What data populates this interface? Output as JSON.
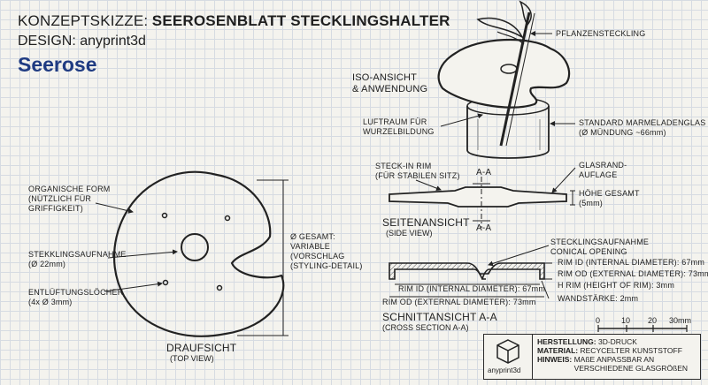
{
  "header": {
    "title_prefix": "KONZEPTSKIZZE:",
    "title_main": "SEEROSENBLATT STECKLINGSHALTER",
    "design": "DESIGN: anyprint3d",
    "brand": "Seerose"
  },
  "iso_view": {
    "title": "ISO-ANSICHT\n& ANWENDUNG",
    "label_cutting": "PFLANZENSTECKLING",
    "label_air": "LUFTRAUM FÜR\nWURZELBILDUNG",
    "label_jar": "STANDARD MARMELADENGLAS\n(Ø MÜNDUNG ~66mm)"
  },
  "top_view": {
    "title": "DRAUFSICHT",
    "subtitle": "(TOP VIEW)",
    "label_shape": "ORGANISCHE FORM\n(NÜTZLICH FÜR\nGRIFFIGKEIT)",
    "label_hole": "STEKKLINGSAUFNAHME\n(Ø 22mm)",
    "label_vents": "ENTLÜFTUNGSLÖCHER\n(4x Ø 3mm)",
    "label_diameter": "Ø GESAMT:\nVARIABLE\n(VORSCHLAG\n(STYLING-DETAIL)"
  },
  "side_view": {
    "title": "SEITENANSICHT",
    "subtitle": "(SIDE VIEW)",
    "label_rim": "STECK-IN RIM\n(FÜR STABILEN SITZ)",
    "label_section_top": "A-A",
    "label_section_bottom": "A-A",
    "label_glass": "GLASRAND-\nAUFLAGE",
    "label_height": "HÖHE GESAMT\n(5mm)"
  },
  "section_view": {
    "title": "SCHNITTANSICHT A-A",
    "subtitle": "(CROSS SECTION A-A)",
    "label_opening": "STECKLINGSAUFNAHME\nCONICAL OPENING",
    "label_rim_id_right": "RIM ID (INTERNAL DIAMETER): 67mm",
    "label_rim_od_right": "RIM OD (EXTERNAL DIAMETER): 73mm",
    "label_h_rim": "H RIM (HEIGHT OF RIM): 3mm",
    "label_wall": "WANDSTÄRKE: 2mm",
    "label_rim_id_left": "RIM ID (INTERNAL DIAMETER): 67mm",
    "label_rim_od_left": "RIM OD (EXTERNAL DIAMETER): 73mm"
  },
  "scale_bar": {
    "ticks": [
      "0",
      "10",
      "20",
      "30mm"
    ]
  },
  "info_box": {
    "logo_text": "anyprint3d",
    "line1_key": "HERSTELLUNG:",
    "line1_value": "3D-DRUCK",
    "line2_key": "MATERIAL:",
    "line2_value": "RECYCELTER KUNSTSTOFF",
    "line3_key": "HINWEIS:",
    "line3_value": "MAßE ANPASSBAR AN\nVERSCHIEDENE GLASGRÖßEN"
  }
}
